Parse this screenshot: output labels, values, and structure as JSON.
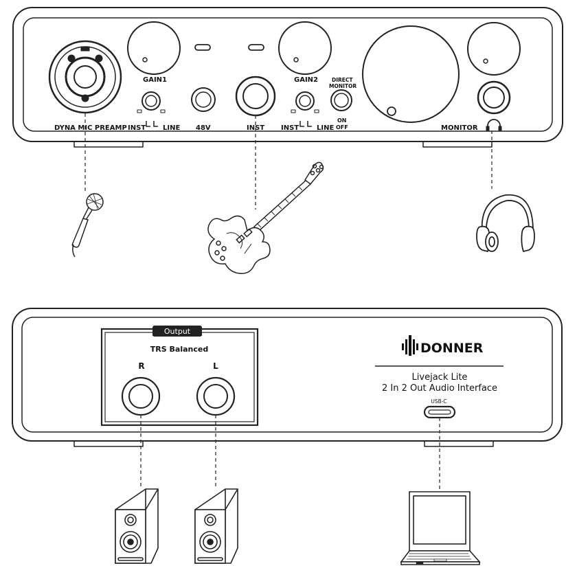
{
  "front_panel": {
    "labels": {
      "dyna_mic_preamp": "DYNA MIC PREAMP",
      "gain1": "GAIN1",
      "gain2": "GAIN2",
      "inst_line_1_inst": "INST",
      "inst_line_1_line": "LINE",
      "phantom": "48V",
      "inst_jack": "INST",
      "inst_line_2_inst": "INST",
      "inst_line_2_line": "LINE",
      "direct_monitor_1": "DIRECT",
      "direct_monitor_2": "MONITOR",
      "on": "ON",
      "off": "OFF",
      "monitor": "MONITOR"
    }
  },
  "back_panel": {
    "output_tab": "Output",
    "trs_balanced": "TRS Balanced",
    "right": "R",
    "left": "L",
    "brand": "DONNER",
    "product_line1": "Livejack Lite",
    "product_line2": "2 In 2 Out Audio Interface",
    "usb_c": "USB-C"
  },
  "devices": {
    "front": [
      "microphone-icon",
      "electric-guitar-icon",
      "headphones-icon"
    ],
    "back": [
      "studio-monitor-speaker-icon",
      "studio-monitor-speaker-icon",
      "laptop-icon"
    ]
  }
}
